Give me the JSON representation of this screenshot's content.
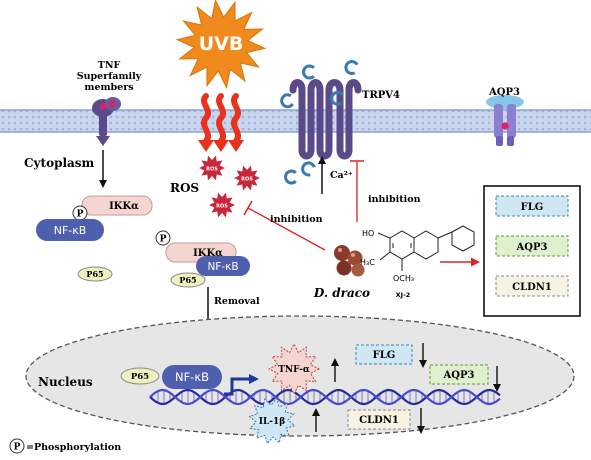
{
  "uvb": {
    "label": "UVB"
  },
  "tnf": {
    "line1": "TNF",
    "line2": "Superfamily",
    "line3": "members"
  },
  "trpv4": {
    "label": "TRPV4"
  },
  "aqp3_channel": {
    "label": "AQP3"
  },
  "cytoplasm": {
    "label": "Cytoplasm"
  },
  "ros": {
    "label": "ROS",
    "burst_label": "ROS"
  },
  "ca": {
    "label": "Ca²⁺"
  },
  "left_complex": {
    "p": "P",
    "ikk": "IKKα",
    "nfkb": "NF-κB",
    "p65": "P65"
  },
  "mid_complex": {
    "p": "P",
    "ikk": "IKKα",
    "nfkb": "NF-κB",
    "p65": "P65"
  },
  "inhibition_1": {
    "label": "inhibition"
  },
  "inhibition_2": {
    "label": "inhibition"
  },
  "ddraco": {
    "label": "D. draco",
    "compound": "XJ-2",
    "ho": "HO",
    "h3c": "H₃C",
    "och3": "OCH₃"
  },
  "targets_box": {
    "items": [
      "FLG",
      "AQP3",
      "CLDN1"
    ]
  },
  "removal": {
    "label": "Removal"
  },
  "nucleus": {
    "label": "Nucleus",
    "p65": "P65",
    "nfkb": "NF-κB",
    "tnfa": "TNF-α",
    "il1b": "IL-1β",
    "flg": "FLG",
    "aqp3": "AQP3",
    "cldn1": "CLDN1"
  },
  "legend": {
    "symbol": "P",
    "text": "=Phosphorylation"
  },
  "colors": {
    "membrane": "#b5c7e6",
    "uvb_star": "#f08a1c",
    "red": "#e02020",
    "receptor": "#5a4a8a",
    "ikk_fill": "#f5d5cf",
    "nfkb_fill": "#4e5fae",
    "p65_fill": "#eef0c0",
    "nucleus_fill": "#e6e6e6",
    "dna_blue": "#2a2aa0",
    "box_blue": "#cfe7f3",
    "box_green": "#dff0cf",
    "box_cream": "#f7f3e2"
  }
}
